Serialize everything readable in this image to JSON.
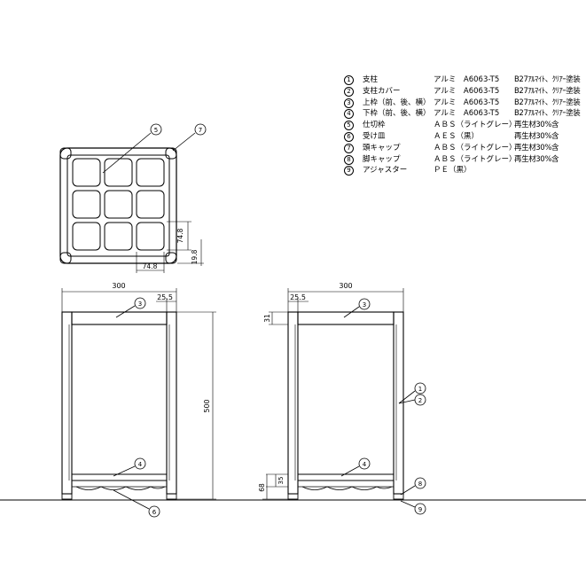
{
  "parts_list": [
    {
      "no": "1",
      "name": "支柱",
      "material": "アルミ　A6063-T5",
      "finish": "B27ｱﾙﾏｲﾄ、ｸﾘｱｰ塗装"
    },
    {
      "no": "2",
      "name": "支柱カバー",
      "material": "アルミ　A6063-T5",
      "finish": "B27ｱﾙﾏｲﾄ、ｸﾘｱｰ塗装"
    },
    {
      "no": "3",
      "name": "上枠（前、後、横）",
      "material": "アルミ　A6063-T5",
      "finish": "B27ｱﾙﾏｲﾄ、ｸﾘｱｰ塗装"
    },
    {
      "no": "4",
      "name": "下枠（前、後、横）",
      "material": "アルミ　A6063-T5",
      "finish": "B27ｱﾙﾏｲﾄ、ｸﾘｱｰ塗装"
    },
    {
      "no": "5",
      "name": "仕切枠",
      "material": "ＡＢＳ（ライトグレー）",
      "finish": "再生材30%含"
    },
    {
      "no": "6",
      "name": "受け皿",
      "material": "ＡＥＳ（黒）",
      "finish": "再生材30%含"
    },
    {
      "no": "7",
      "name": "頭キャップ",
      "material": "ＡＢＳ（ライトグレー）",
      "finish": "再生材30%含"
    },
    {
      "no": "8",
      "name": "脚キャップ",
      "material": "ＡＢＳ（ライトグレー）",
      "finish": "再生材30%含"
    },
    {
      "no": "9",
      "name": "アジャスター",
      "material": "ＰＥ（黒）",
      "finish": ""
    }
  ],
  "dimensions": {
    "width": "300",
    "frame": "25.5",
    "height": "500",
    "top_frame": "31",
    "cell_w": "74.8",
    "cell_h": "74.8",
    "gap": "19.8",
    "bottom_frame": "35",
    "floor_clear": "68"
  },
  "callouts": {
    "c1": "1",
    "c2": "2",
    "c3a": "3",
    "c3b": "3",
    "c4a": "4",
    "c4b": "4",
    "c5": "5",
    "c6": "6",
    "c7": "7",
    "c8": "8",
    "c9": "9"
  },
  "colors": {
    "line": "#000000",
    "ground": "#000000",
    "background": "#ffffff"
  }
}
